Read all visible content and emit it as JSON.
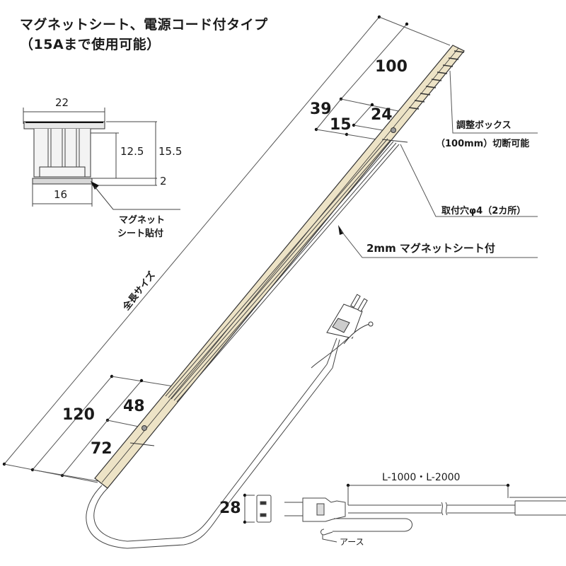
{
  "title": {
    "line1": "マグネットシート、電源コード付タイプ",
    "line2": "（15Aまで使用可能）"
  },
  "cross_section": {
    "width_top": "22",
    "width_bottom": "16",
    "height_inner": "12.5",
    "height_total": "15.5",
    "sheet_thickness": "2",
    "callout_line1": "マグネット",
    "callout_line2": "シート貼付"
  },
  "main_dims": {
    "overall_length_label": "全長サイズ",
    "adjust_box_length": "100",
    "hole_from_end_top": "39",
    "hole_offset_top_a": "15",
    "hole_offset_top_b": "24",
    "bottom_total": "120",
    "bottom_upper": "48",
    "bottom_lower": "72"
  },
  "callouts": {
    "adjust_box_line1": "調整ボックス",
    "adjust_box_line2": "（100mm）切断可能",
    "mount_hole": "取付穴φ4（2カ所）",
    "magnet_sheet": "2mm マグネットシート付"
  },
  "plug_detail": {
    "height": "28",
    "cord_length": "L-1000・L-2000",
    "earth_label": "アース"
  },
  "colors": {
    "body_beige": "#EDE3C6",
    "line_dark": "#333333",
    "dim_line": "#555555"
  }
}
